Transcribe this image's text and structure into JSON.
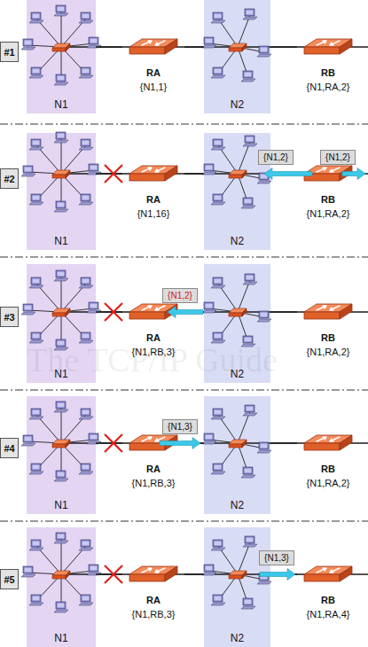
{
  "diagram": {
    "nodes": [
      {
        "text": [
          "#1"
        ]
      },
      {
        "text": [
          "N1"
        ]
      },
      {
        "text": [
          "RA",
          "{N1,1}"
        ]
      },
      {
        "text": [
          "N2"
        ]
      },
      {
        "text": [
          "RB",
          "{N1,RA,2}"
        ]
      },
      {
        "text": [
          "#2"
        ]
      },
      {
        "text": [
          "N1"
        ]
      },
      {
        "text": [
          "RA",
          "{N1,16}"
        ]
      },
      {
        "text": [
          "N2"
        ]
      },
      {
        "text": [
          "RB",
          "{N1,RA,2}"
        ]
      },
      {
        "text": [
          "{N1,2}"
        ]
      },
      {
        "text": [
          "{N1,2}"
        ]
      },
      {
        "text": [
          "#3"
        ]
      },
      {
        "text": [
          "N1"
        ]
      },
      {
        "text": [
          "RA",
          "{N1,RB,3}"
        ]
      },
      {
        "text": [
          "N2"
        ]
      },
      {
        "text": [
          "RB",
          "{N1,RA,2}"
        ]
      },
      {
        "text": [
          "{N1,2}"
        ]
      },
      {
        "text": [
          "#4"
        ]
      },
      {
        "text": [
          "N1"
        ]
      },
      {
        "text": [
          "RA",
          "{N1,RB,3}"
        ]
      },
      {
        "text": [
          "N2"
        ]
      },
      {
        "text": [
          "RB",
          "{N1,RA,2}"
        ]
      },
      {
        "text": [
          "{N1,3}"
        ]
      },
      {
        "text": [
          "#5"
        ]
      },
      {
        "text": [
          "N1"
        ]
      },
      {
        "text": [
          "RA",
          "{N1,RB,3}"
        ]
      },
      {
        "text": [
          "N2"
        ]
      },
      {
        "text": [
          "RB",
          "{N1,RA,4}"
        ]
      },
      {
        "text": [
          "{N1,3}"
        ]
      }
    ],
    "edges": [
      {
        "from": 1,
        "to": 2,
        "arrow": "none"
      },
      {
        "from": 2,
        "to": 3,
        "arrow": "none"
      },
      {
        "from": 3,
        "to": 4,
        "arrow": "none"
      },
      {
        "from": 6,
        "to": 7,
        "arrow": "none"
      },
      {
        "from": 7,
        "to": 8,
        "arrow": "none"
      },
      {
        "from": 8,
        "to": 9,
        "arrow": "none"
      },
      {
        "from": 13,
        "to": 14,
        "arrow": "none"
      },
      {
        "from": 14,
        "to": 15,
        "arrow": "none"
      },
      {
        "from": 15,
        "to": 16,
        "arrow": "none"
      },
      {
        "from": 19,
        "to": 20,
        "arrow": "none"
      },
      {
        "from": 20,
        "to": 21,
        "arrow": "none"
      },
      {
        "from": 21,
        "to": 22,
        "arrow": "none"
      },
      {
        "from": 25,
        "to": 26,
        "arrow": "none"
      },
      {
        "from": 26,
        "to": 27,
        "arrow": "none"
      },
      {
        "from": 27,
        "to": 28,
        "arrow": "none"
      }
    ],
    "labels": [
      "The TCP/IP Guide"
    ]
  }
}
